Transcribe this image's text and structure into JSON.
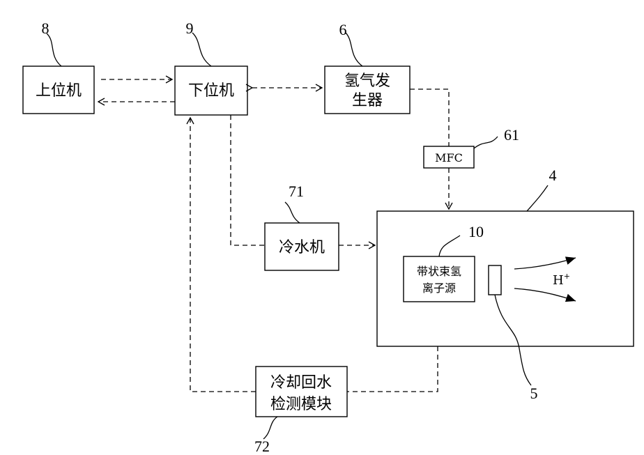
{
  "nodes": {
    "host_pc": {
      "label": "上位机",
      "ref": "8"
    },
    "lower_pc": {
      "label": "下位机",
      "ref": "9"
    },
    "h2_generator": {
      "line1": "氢气发",
      "line2": "生器",
      "ref": "6"
    },
    "mfc": {
      "label": "MFC",
      "ref": "61"
    },
    "chamber": {
      "ref": "4"
    },
    "chiller": {
      "label": "冷水机",
      "ref": "71"
    },
    "ion_source": {
      "line1": "带状束氢",
      "line2": "离子源",
      "ref": "10"
    },
    "electrode": {
      "ref": "5"
    },
    "return_water": {
      "line1": "冷却回水",
      "line2": "检测模块",
      "ref": "72"
    }
  },
  "beam": {
    "label": "H",
    "superscript": "+"
  }
}
